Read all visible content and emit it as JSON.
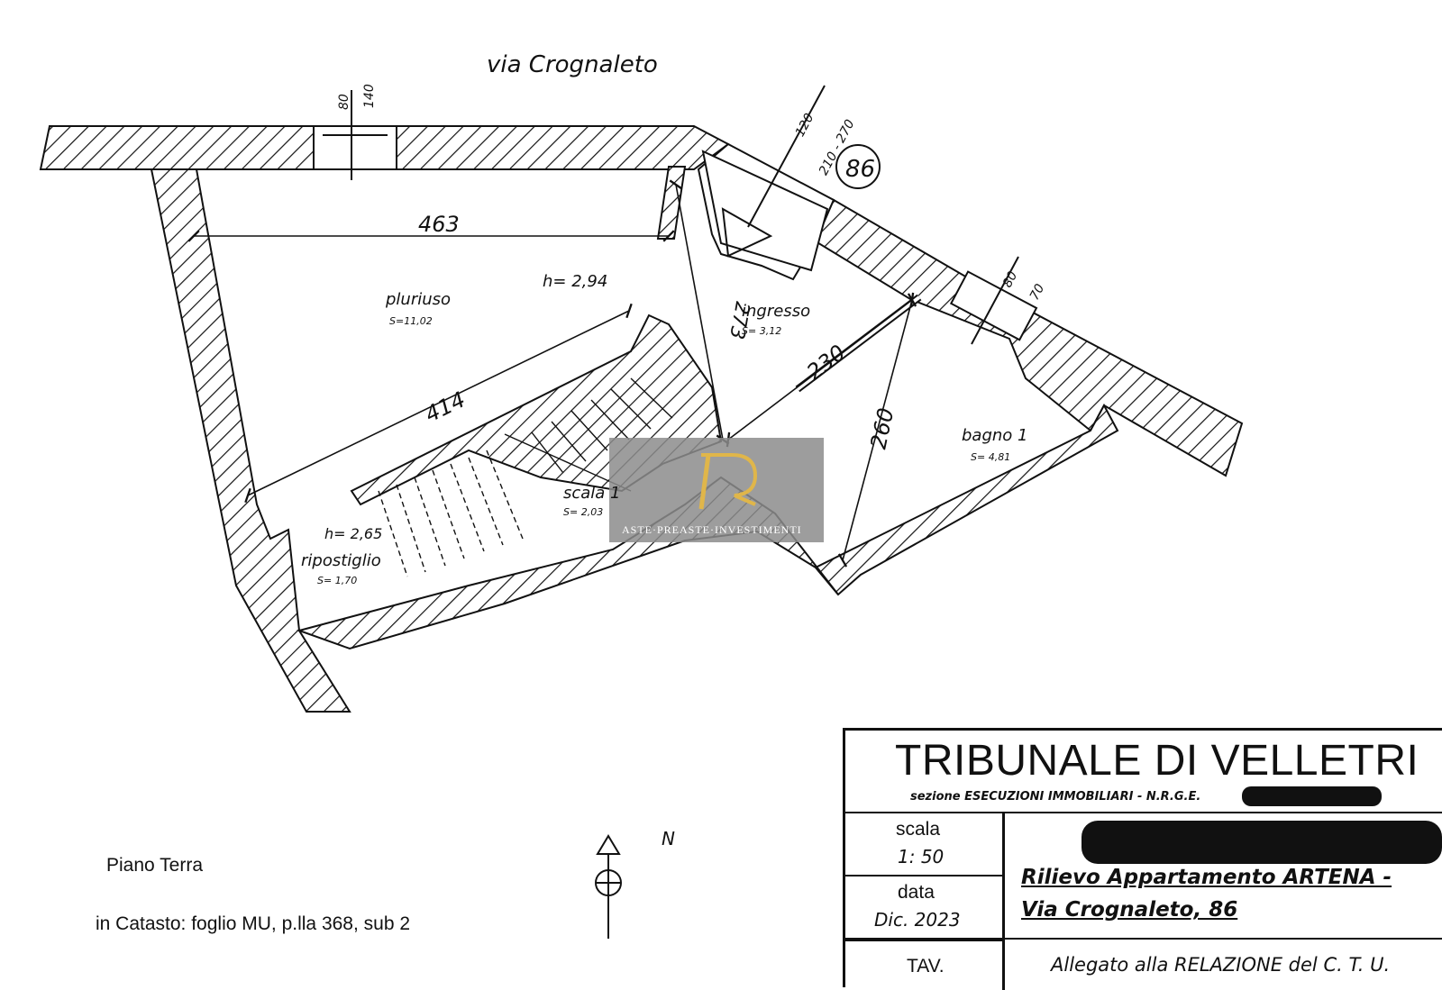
{
  "street_label": "via Crognaleto",
  "house_number": "86",
  "rooms": [
    {
      "name": "pluriuso",
      "area": "S=11,02"
    },
    {
      "name": "ingresso",
      "area": "S= 3,12"
    },
    {
      "name": "bagno 1",
      "area": "S= 4,81"
    },
    {
      "name": "scala 1",
      "area": "S= 2,03"
    },
    {
      "name": "ripostiglio",
      "area": "S= 1,70"
    }
  ],
  "heights": {
    "pluriuso": "h= 2,94",
    "ripostiglio": "h= 2,65"
  },
  "dimensions": {
    "d463": "463",
    "d414": "414",
    "d273": "273",
    "d230": "230",
    "d260": "260"
  },
  "openings": {
    "window_top": {
      "sill": "80",
      "height": "140"
    },
    "door_entry": {
      "width": "120",
      "height": "210 - 270"
    },
    "window_bath": {
      "sill": "80",
      "height": "70"
    }
  },
  "watermark": {
    "logo": "R",
    "text": "ASTE·PREASTE·INVESTIMENTI"
  },
  "north_label": "N",
  "floor_label": "Piano Terra",
  "cadastre_label": "in Catasto: foglio MU, p.lla 368, sub 2",
  "title_block": {
    "court": "TRIBUNALE DI VELLETRI",
    "section": "sezione ESECUZIONI IMMOBILIARI  -  N.R.G.E.",
    "scale_label": "scala",
    "scale_value": "1: 50",
    "date_label": "data",
    "date_value": "Dic.  2023",
    "survey_title_1": "Rilievo Appartamento  ARTENA -",
    "survey_title_2": "Via Crognaleto, 86",
    "tav_label": "TAV.",
    "attachment": "Allegato alla RELAZIONE  del C. T. U."
  },
  "colors": {
    "ink": "#111111",
    "watermark_bg": "#8c8c8c",
    "watermark_gold": "#e0b64a"
  }
}
